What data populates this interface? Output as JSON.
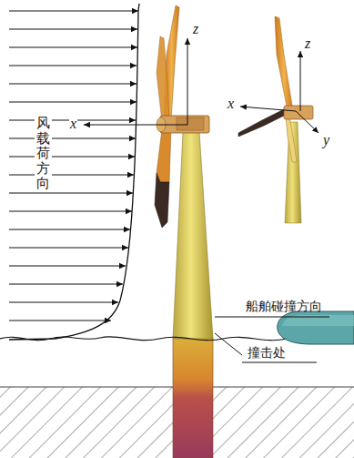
{
  "diagram": {
    "labels": [
      "z",
      "x",
      "风载荷方向",
      "z",
      "x",
      "y",
      "船舶碰撞方向",
      "撞击处"
    ]
  }
}
